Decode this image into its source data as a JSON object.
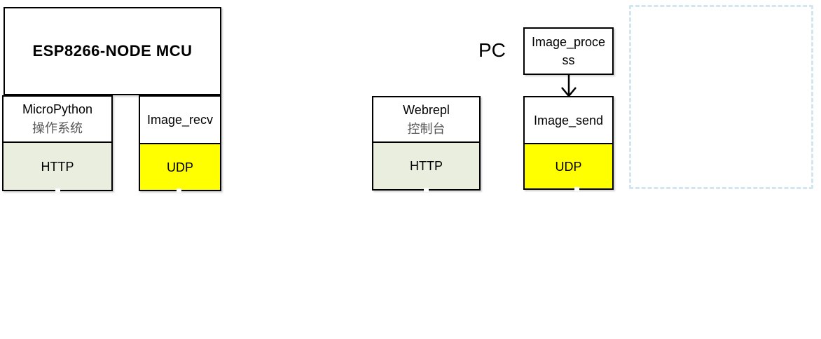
{
  "colors": {
    "udp_yellow": "#ffff00",
    "http_green": "#eaeede",
    "border_black": "#000000",
    "secondary_text_gray": "#595959",
    "placeholder_dash_blue": "#d2e6f1"
  },
  "mcu": {
    "title": "ESP8266-NODE MCU",
    "os_box": {
      "line1": "MicroPython",
      "line2": "操作系统"
    },
    "os_protocol": "HTTP",
    "recv_box": {
      "label": "Image_recv"
    },
    "recv_protocol": "UDP"
  },
  "pc": {
    "label": "PC",
    "process_box": {
      "line1": "Image_proce",
      "line2": "ss"
    },
    "send_box": {
      "label": "Image_send"
    },
    "send_protocol": "UDP",
    "webrepl_box": {
      "line1": "Webrepl",
      "line2": "控制台"
    },
    "webrepl_protocol": "HTTP"
  }
}
